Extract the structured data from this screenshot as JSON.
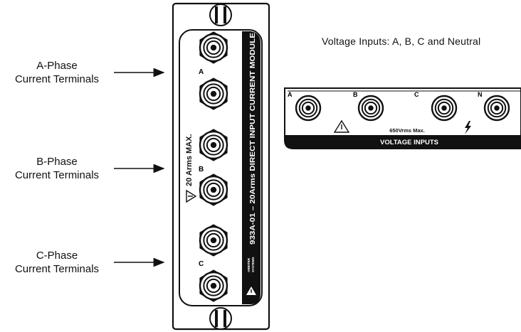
{
  "callouts": [
    {
      "line1": "A-Phase",
      "line2": "Current Terminals"
    },
    {
      "line1": "B-Phase",
      "line2": "Current Terminals"
    },
    {
      "line1": "C-Phase",
      "line2": "Current Terminals"
    }
  ],
  "current_module": {
    "side_label": "933A-01 – 20Arms DIRECT INPUT CURRENT MODULE",
    "max_label": "20 Arms MAX.",
    "phase_labels": [
      "A",
      "B",
      "C"
    ],
    "brand_line1": "ARBITER",
    "brand_line2": "SYSTEMS"
  },
  "voltage_panel": {
    "heading": "Voltage Inputs: A, B, C and Neutral",
    "terminal_labels": [
      "A",
      "B",
      "C",
      "N"
    ],
    "rating": "650Vrms Max.",
    "footer": "VOLTAGE INPUTS"
  },
  "colors": {
    "ink": "#111111",
    "panel": "#ffffff",
    "band": "#111111"
  }
}
